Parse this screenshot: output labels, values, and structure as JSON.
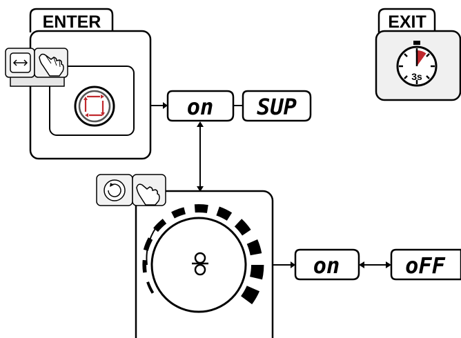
{
  "enter": {
    "label": "ENTER"
  },
  "exit": {
    "label": "EXIT",
    "timer_text": "3s",
    "timer_fraction_highlighted": 0.1
  },
  "displays": {
    "enter_value": "on",
    "enter_param": "SUP",
    "option_a": "on",
    "option_b": "oFF"
  },
  "icons": {
    "enter_mode": "press-button-with-hand-icon",
    "enter_symbol": "cycle-arrows-icon",
    "rotary": "rotary-knob-with-hand-icon",
    "exit_timer": "stopwatch-3s-icon",
    "dial_symbol": "wire-feed-spool-icon"
  },
  "colors": {
    "accent": "#c0282d",
    "line": "#000000",
    "panel_fill": "#ffffff",
    "small_panel_fill": "#f0f0f0"
  }
}
